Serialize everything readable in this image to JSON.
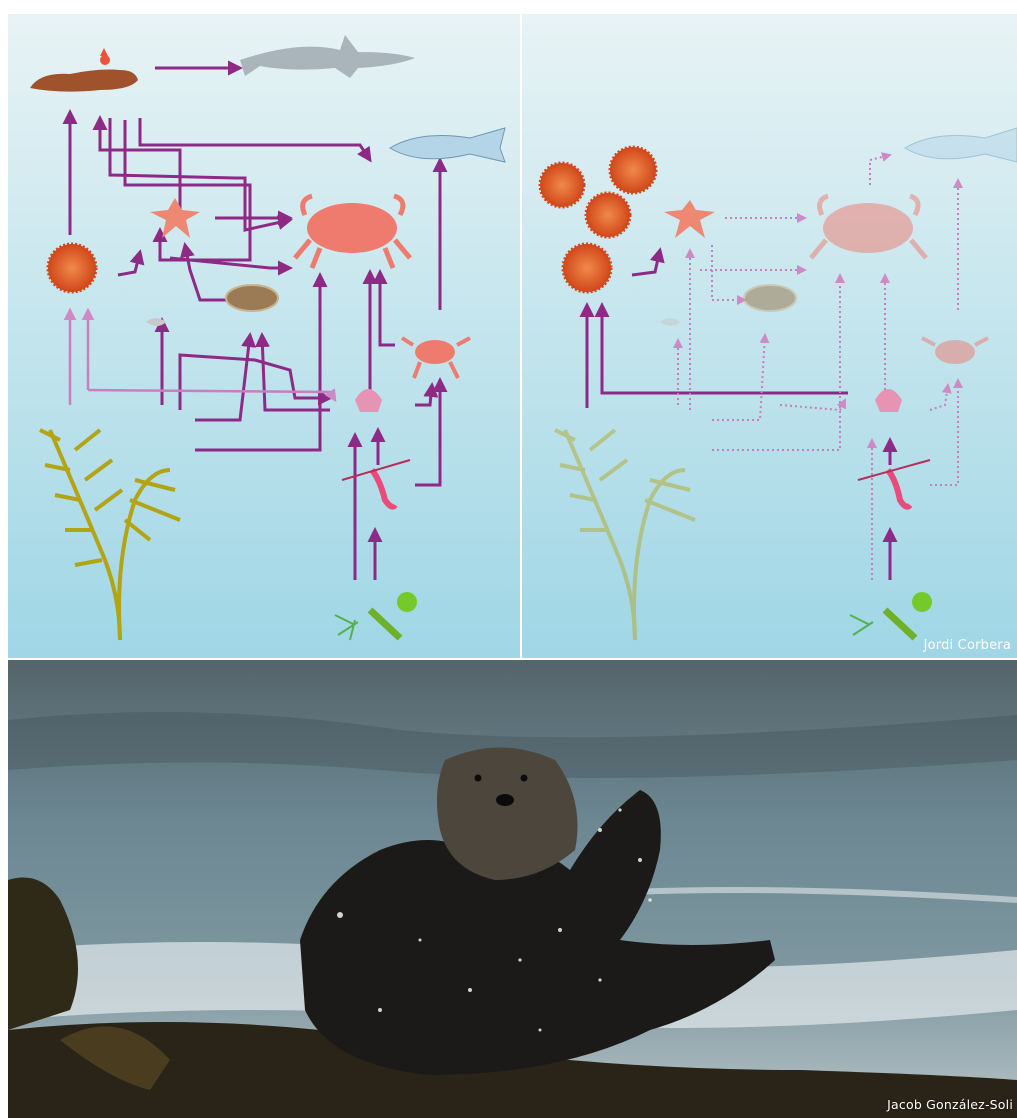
{
  "diagram": {
    "left_panel": {
      "nodes": [
        "sea-otter",
        "shark",
        "fish",
        "sea-star",
        "crab-large",
        "sea-urchin",
        "abalone",
        "amphipod",
        "scallop",
        "crab-small",
        "kelp",
        "krill",
        "phytoplankton"
      ]
    },
    "right_panel": {
      "nodes": [
        "sea-urchin-cluster",
        "sea-star",
        "crab-large",
        "fish",
        "abalone",
        "amphipod",
        "scallop",
        "crab-small",
        "kelp",
        "krill",
        "phytoplankton"
      ]
    },
    "colors": {
      "arrow": "#8e2a86",
      "arrow_faded": "#c77fbf",
      "background_top": "#e6f1f4",
      "background_bottom": "#a2d8e6",
      "kelp": "#b8aa14",
      "urchin": "#e4582a",
      "crab": "#ef7a6e",
      "sea_star": "#ee8872",
      "otter": "#a0522d",
      "shark": "#a9b4bc",
      "fish": "#b2d3e6"
    }
  },
  "credits": {
    "diagram": "Jordi Corbera",
    "photo": "Jacob González-Soli"
  },
  "photo": {
    "subject_icon": "sea-otter-photo"
  }
}
